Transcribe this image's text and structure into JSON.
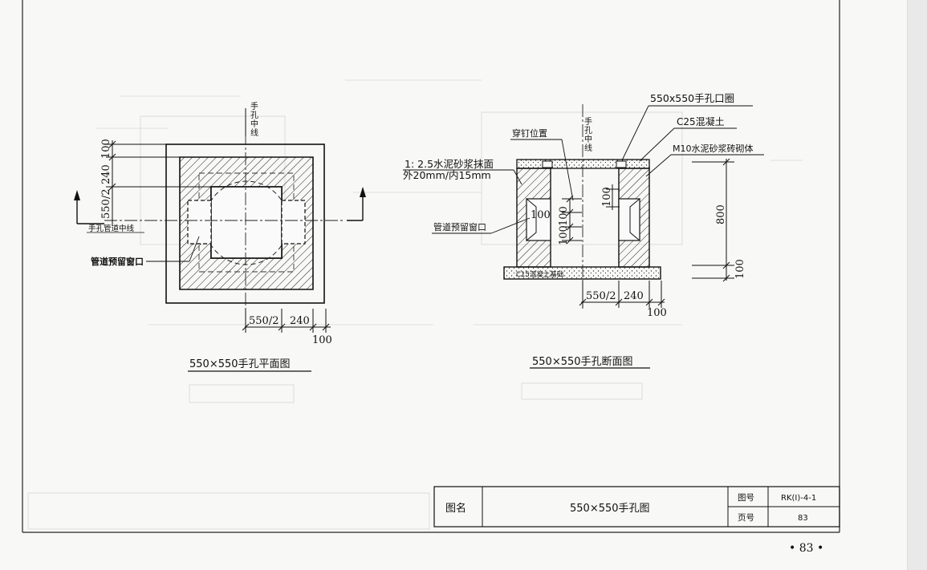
{
  "plan_view": {
    "centerline_label": "手孔中线",
    "pipe_centerline_label": "手孔管道中线",
    "window_label": "管道预留窗口",
    "dim_100_top": "100",
    "dim_240_left": "240",
    "dim_550_2_left": "550/2",
    "dim_550_2_bottom": "550/2",
    "dim_240_bottom": "240",
    "dim_100_bottom": "100",
    "title": "550×550手孔平面图"
  },
  "section_view": {
    "frame_label": "550x550手孔口圈",
    "concrete_label": "C25混凝土",
    "masonry_label": "M10水泥砂浆砖砌体",
    "nail_label": "穿钉位置",
    "plaster_label_1": "1: 2.5水泥砂浆抹面",
    "plaster_label_2": "外20mm/内15mm",
    "window_label": "管道预留窗口",
    "base_label": "C15混凝土基础",
    "dim_100_a": "100",
    "dim_100_b": "100",
    "dim_100_c": "100",
    "dim_100_d": "100",
    "dim_800": "800",
    "dim_100_right": "100",
    "dim_550_2": "550/2",
    "dim_240": "240",
    "dim_100_bottom": "100",
    "title": "550×550手孔断面图"
  },
  "title_block": {
    "name_label": "图名",
    "name_value": "550×550手孔图",
    "drawing_no_label": "图号",
    "drawing_no_value": "RK(I)-4-1",
    "page_label": "页号",
    "page_value": "83"
  },
  "page_number": "• 83 •"
}
